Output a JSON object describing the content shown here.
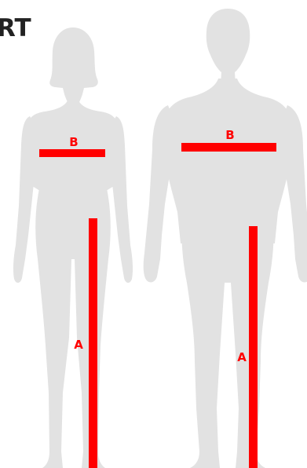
{
  "heading": "RT",
  "colors": {
    "background": "#ffffff",
    "heading": "#222222",
    "silhouette": "#e2e2e2",
    "measure": "#ff0000"
  },
  "figures": [
    {
      "name": "female-silhouette",
      "labels": {
        "chest": "B",
        "inseam": "A"
      }
    },
    {
      "name": "male-silhouette",
      "labels": {
        "chest": "B",
        "inseam": "A"
      }
    }
  ]
}
